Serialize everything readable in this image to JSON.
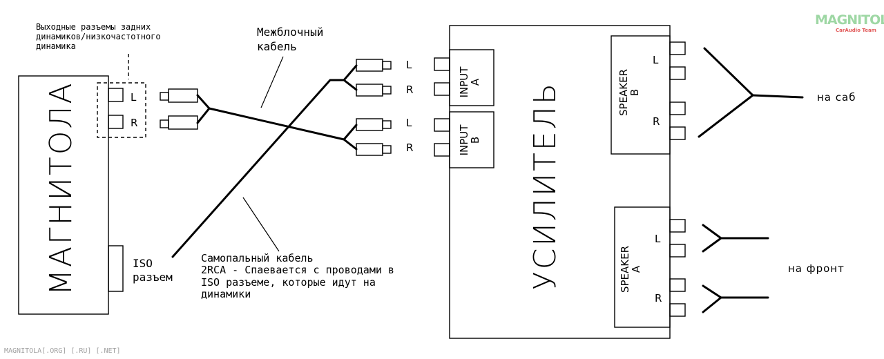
{
  "labels": {
    "rear_outputs_title": "Выходные разъемы задних\nдинамиков/низкочастотного\nдинамика",
    "interconnect_cable": "Межблочный\nкабель",
    "head_unit": "МАГНИТОЛА",
    "iso_connector": "ISO\nразъем",
    "custom_cable": "Самопальный кабель\n2RCA - Спаевается с проводами в\nISO разъеме, которые идут на\nдинамики",
    "amplifier": "УСИЛИТЕЛЬ",
    "input_a": "INPUT\nA",
    "input_b": "INPUT\nB",
    "speaker_b": "SPEAKER\nB",
    "speaker_a": "SPEAKER\nA",
    "to_sub": "на саб",
    "to_front": "на фронт",
    "L": "L",
    "R": "R",
    "footer": "MAGNITOLA[.ORG] [.RU] [.NET]"
  },
  "logo": {
    "brand": "MAGNITOLA",
    "tagline": "CarAudio Team",
    "colors": {
      "green": "#9ed7a4",
      "red": "#e25b5b"
    }
  }
}
